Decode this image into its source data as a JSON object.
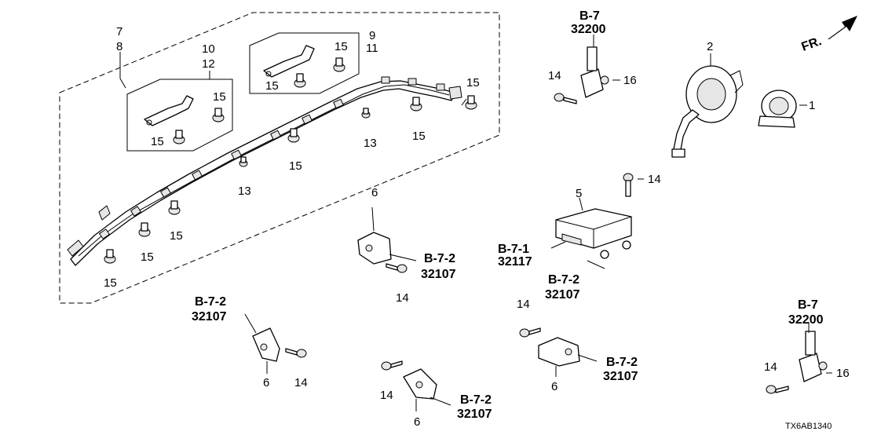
{
  "labels": {
    "n7": "7",
    "n8": "8",
    "n10": "10",
    "n12": "12",
    "n9": "9",
    "n11": "11",
    "n15_a": "15",
    "n15_b": "15",
    "n15_c": "15",
    "n15_d": "15",
    "n15_e": "15",
    "n15_f": "15",
    "n15_g": "15",
    "n15_h": "15",
    "n15_i": "15",
    "n15_j": "15",
    "n13_a": "13",
    "n13_b": "13",
    "n14_a": "14",
    "n14_b": "14",
    "n14_c": "14",
    "n14_d": "14",
    "n14_e": "14",
    "n14_f": "14",
    "n14_g": "14",
    "n16_a": "16",
    "n16_b": "16",
    "n2": "2",
    "n1": "1",
    "n5": "5",
    "n6_a": "6",
    "n6_b": "6",
    "n6_c": "6",
    "n6_d": "6"
  },
  "refs": {
    "r1_ref": "B-7",
    "r1_num": "32200",
    "r2_ref": "B-7",
    "r2_num": "32200",
    "r3_ref": "B-7-1",
    "r3_num": "32117",
    "r4_ref": "B-7-2",
    "r4_num": "32107",
    "r5_ref": "B-7-2",
    "r5_num": "32107",
    "r6_ref": "B-7-2",
    "r6_num": "32107",
    "r7_ref": "B-7-2",
    "r7_num": "32107",
    "r8_ref": "B-7-2",
    "r8_num": "32107"
  },
  "front_indicator": "FR.",
  "diagram_code": "TX6AB1340"
}
